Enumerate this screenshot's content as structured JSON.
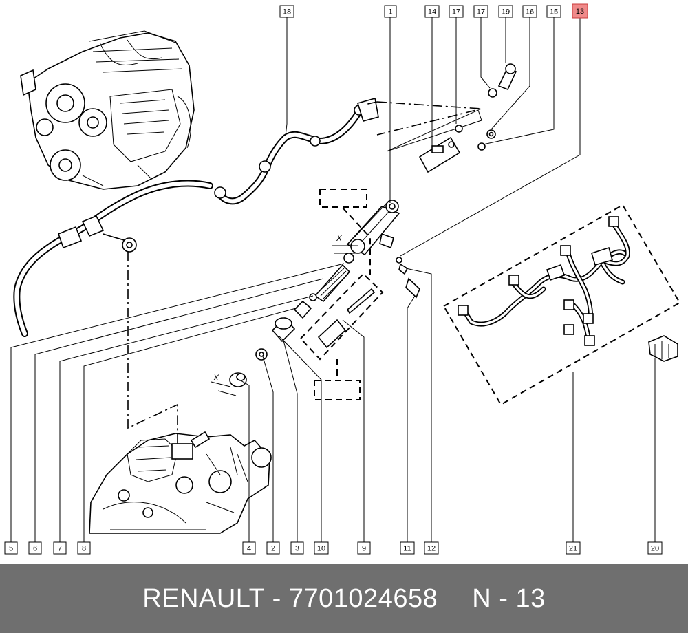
{
  "callouts": {
    "c1": "1",
    "c2": "2",
    "c3": "3",
    "c4": "4",
    "c5": "5",
    "c6": "6",
    "c7": "7",
    "c8": "8",
    "c9": "9",
    "c10": "10",
    "c11": "11",
    "c12": "12",
    "c13": "13",
    "c14": "14",
    "c15": "15",
    "c16": "16",
    "c17a": "17",
    "c17b": "17",
    "c18": "18",
    "c19": "19",
    "c20": "20",
    "c21": "21"
  },
  "markers": {
    "x_top": "X",
    "x_bottom": "X"
  },
  "highlight_color": "#f08a8a",
  "footer": {
    "text": "RENAULT - 7701024658",
    "ref": "N - 13",
    "background": "#6f6f6f"
  }
}
